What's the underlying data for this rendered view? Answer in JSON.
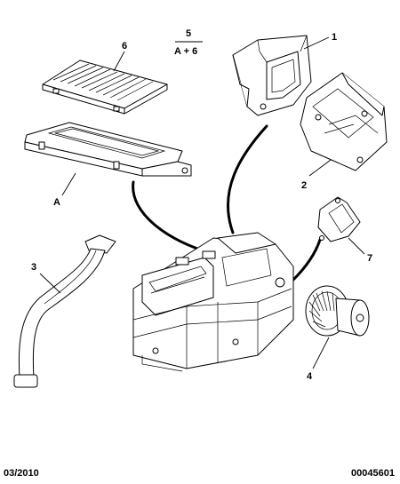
{
  "callouts": {
    "c1": "1",
    "c2": "2",
    "c3": "3",
    "c4": "4",
    "c5": "5",
    "c5_formula": "A + 6",
    "c6": "6",
    "c7": "7",
    "cA": "A"
  },
  "footer": {
    "date": "03/2010",
    "reference": "00045601"
  }
}
